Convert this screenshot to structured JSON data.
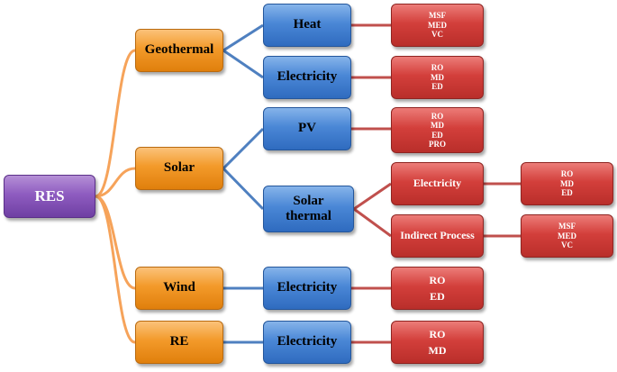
{
  "colors": {
    "root_connector": "#f6a35a",
    "level2_connector": "#4f80c0",
    "level3_connector": "#c0504d"
  },
  "root": {
    "label": "RES"
  },
  "sources": [
    {
      "label": "Geothermal"
    },
    {
      "label": "Solar"
    },
    {
      "label": "Wind"
    },
    {
      "label": "RE"
    }
  ],
  "energy_forms": [
    {
      "label": "Heat"
    },
    {
      "label": "Electricity"
    },
    {
      "label": "PV"
    },
    {
      "label": "Solar thermal"
    },
    {
      "label": "Electricity"
    },
    {
      "label": "Electricity"
    }
  ],
  "solar_thermal_sub": [
    {
      "label": "Electricity"
    },
    {
      "label": "Indirect Process"
    }
  ],
  "technologies": [
    {
      "items": [
        "MSF",
        "MED",
        "VC"
      ]
    },
    {
      "items": [
        "RO",
        "MD",
        "ED"
      ]
    },
    {
      "items": [
        "RO",
        "MD",
        "ED",
        "PRO"
      ]
    },
    {
      "items": [
        "RO",
        "MD",
        "ED"
      ]
    },
    {
      "items": [
        "MSF",
        "MED",
        "VC"
      ]
    },
    {
      "items": [
        "RO",
        "ED"
      ]
    },
    {
      "items": [
        "RO",
        "MD"
      ]
    }
  ]
}
